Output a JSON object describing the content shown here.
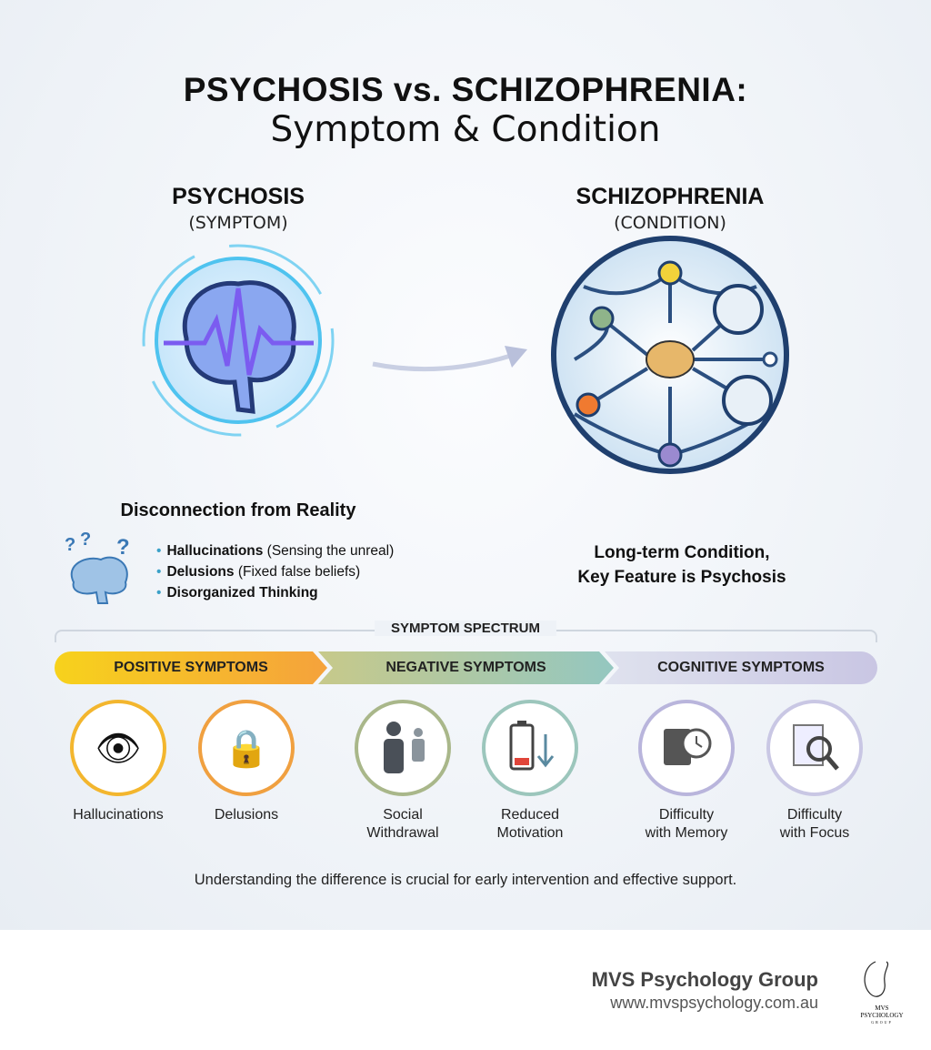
{
  "title": {
    "line1": "PSYCHOSIS vs. SCHIZOPHRENIA:",
    "line2": "Symptom & Condition"
  },
  "left": {
    "heading": "PSYCHOSIS",
    "subheading": "(SYMPTOM)",
    "caption": "Disconnection from Reality",
    "bullets": [
      {
        "bold": "Hallucinations",
        "rest": " (Sensing the unreal)"
      },
      {
        "bold": "Delusions",
        "rest": " (Fixed false beliefs)"
      },
      {
        "bold": "Disorganized Thinking",
        "rest": ""
      }
    ]
  },
  "right": {
    "heading": "SCHIZOPHRENIA",
    "subheading": "(CONDITION)",
    "caption_line1": "Long-term Condition,",
    "caption_line2": "Key Feature is Psychosis"
  },
  "spectrum": {
    "label": "SYMPTOM SPECTRUM",
    "categories": [
      {
        "label": "POSITIVE SYMPTOMS",
        "color": "#f5b82a"
      },
      {
        "label": "NEGATIVE SYMPTOMS",
        "color": "#9cc3a8"
      },
      {
        "label": "COGNITIVE SYMPTOMS",
        "color": "#c8c6e2"
      }
    ],
    "items": [
      {
        "line1": "Hallucinations",
        "line2": "",
        "icon": "eye-ear-icon",
        "ring": "#f3b62e"
      },
      {
        "line1": "Delusions",
        "line2": "",
        "icon": "brain-lock-icon",
        "ring": "#f0a040"
      },
      {
        "line1": "Social",
        "line2": "Withdrawal",
        "icon": "person-isolated-icon",
        "ring": "#a9b78a"
      },
      {
        "line1": "Reduced",
        "line2": "Motivation",
        "icon": "low-battery-icon",
        "ring": "#9cc6bc"
      },
      {
        "line1": "Difficulty",
        "line2": "with Memory",
        "icon": "memory-card-clock-icon",
        "ring": "#b9b5dc"
      },
      {
        "line1": "Difficulty",
        "line2": "with Focus",
        "icon": "document-magnifier-icon",
        "ring": "#c9c7e4"
      }
    ]
  },
  "note": "Understanding the difference is crucial for early intervention and effective support.",
  "footer": {
    "org": "MVS Psychology Group",
    "url": "www.mvspsychology.com.au",
    "logo_text": "MVS PSYCHOLOGY GROUP"
  }
}
